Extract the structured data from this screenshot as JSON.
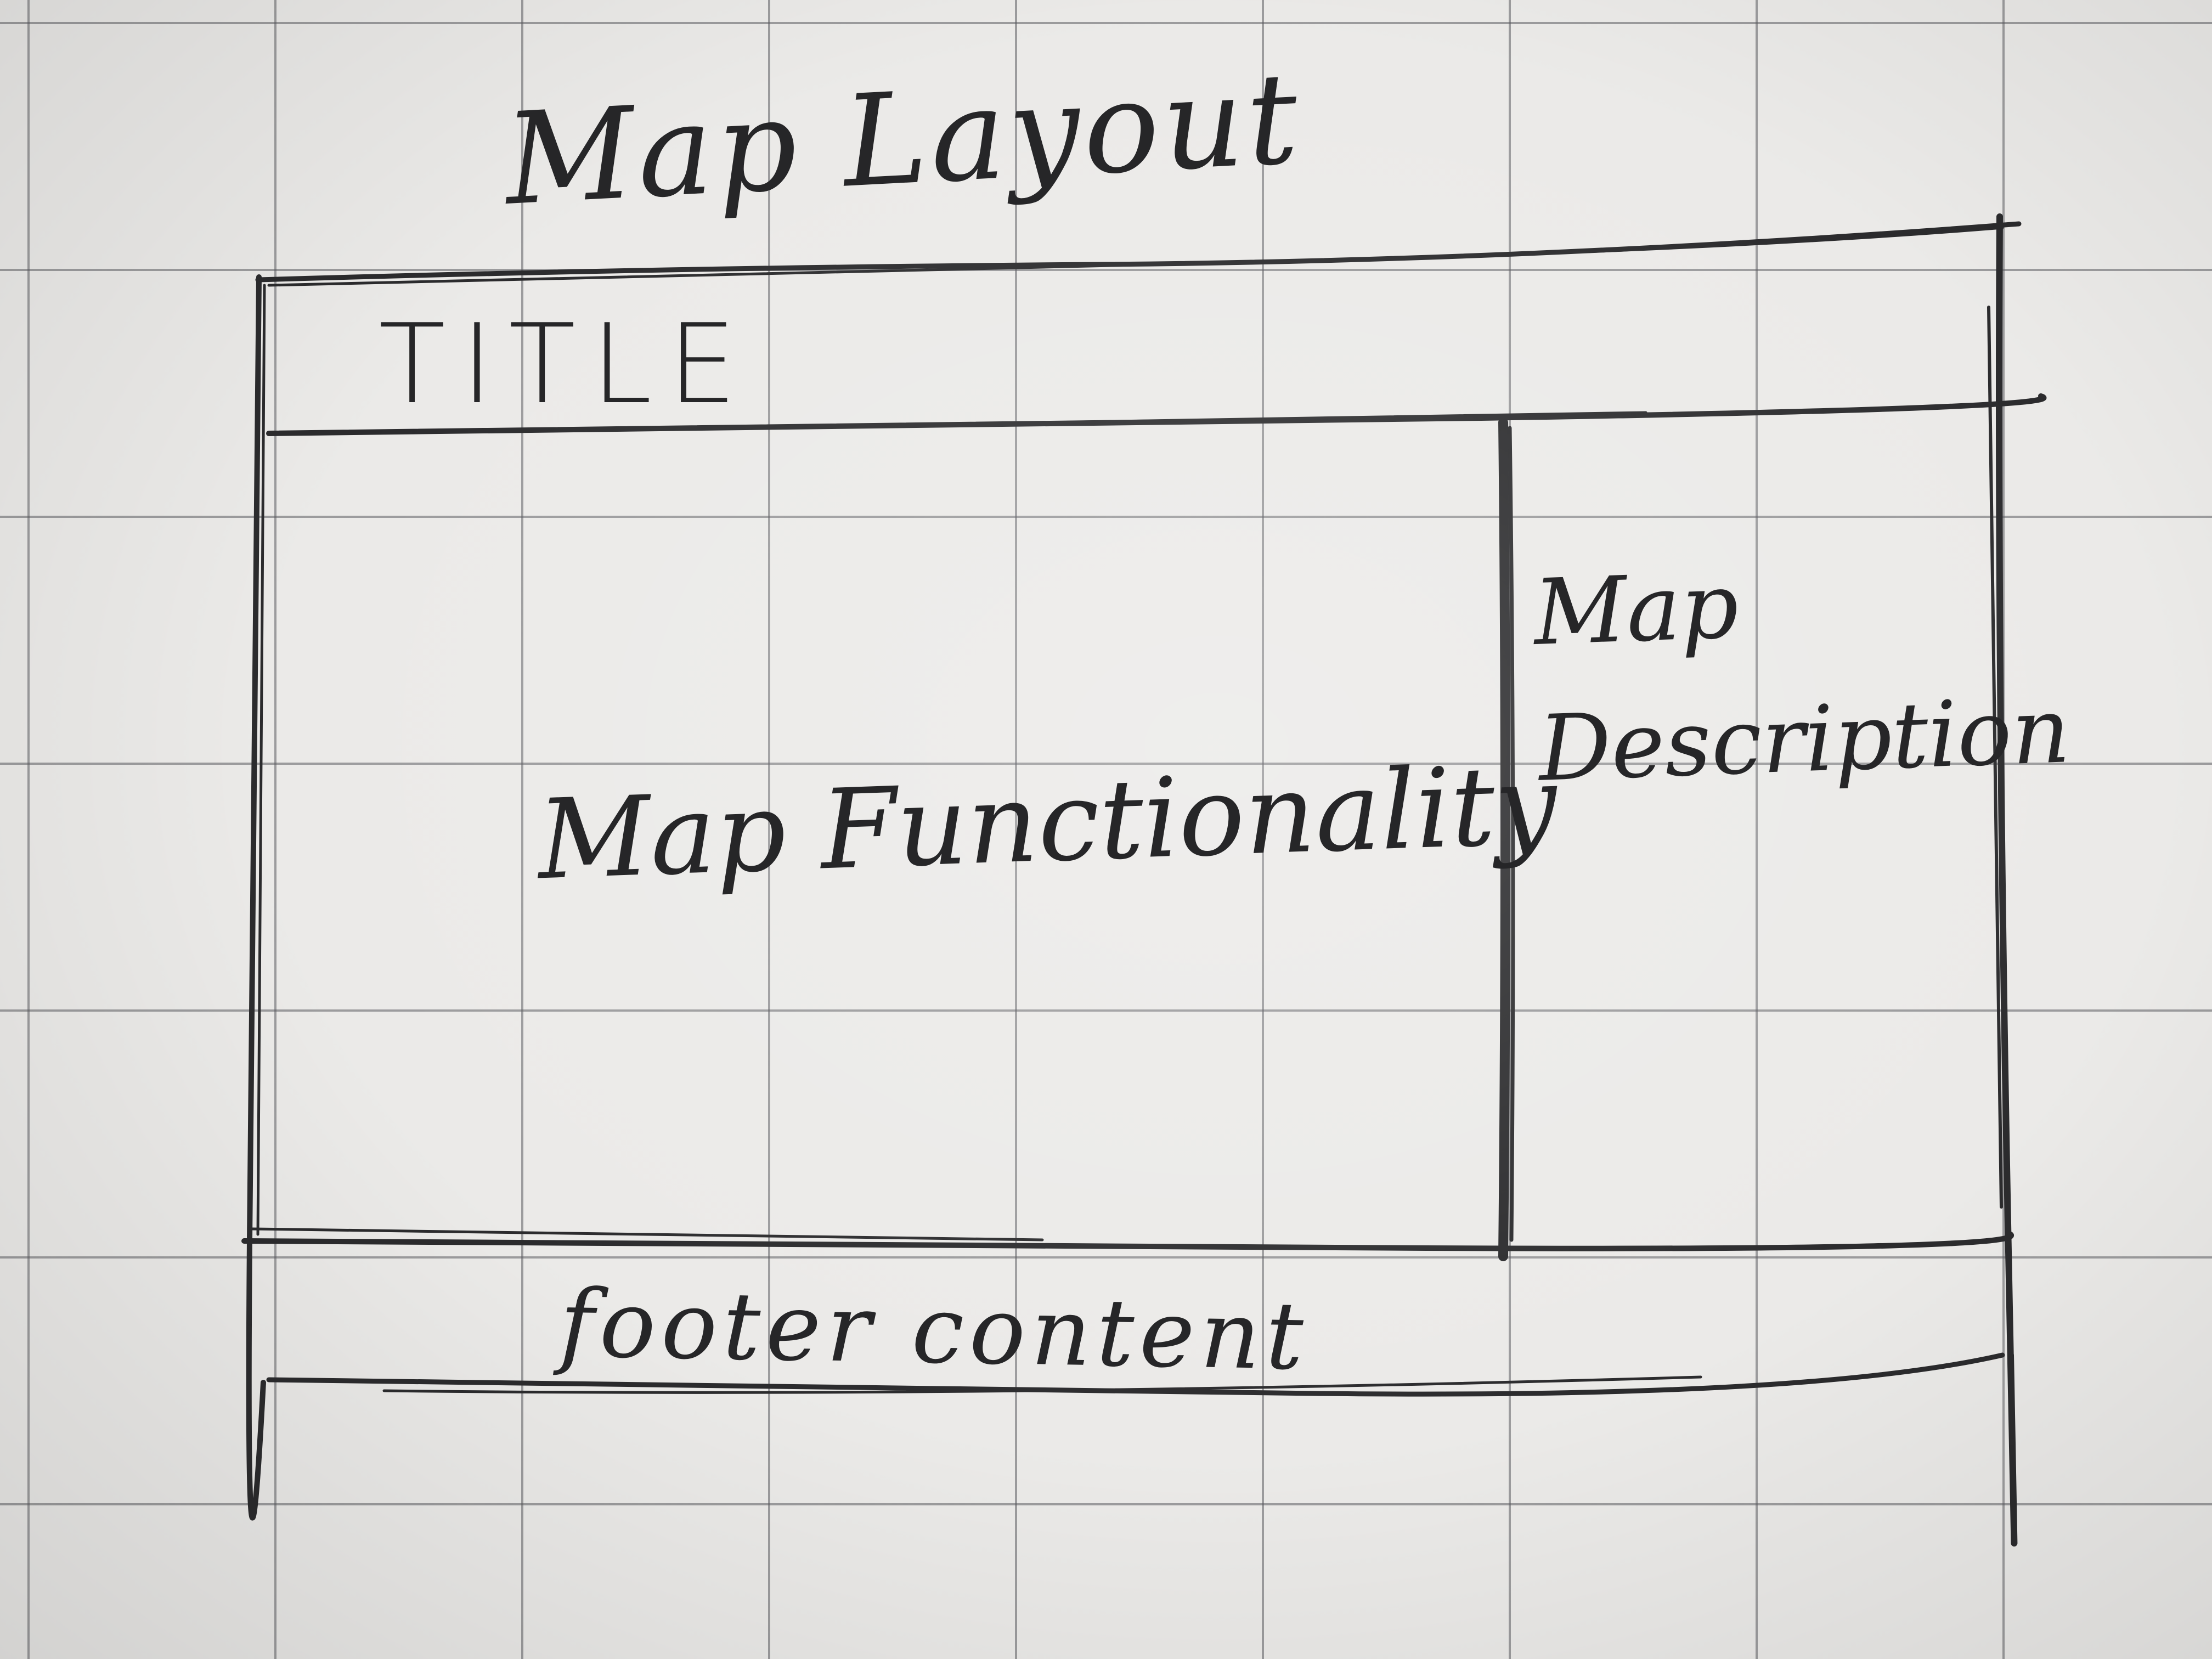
{
  "page_title": "Map Layout",
  "wireframe": {
    "title": "TITLE",
    "main": "Map Functionality",
    "sidebar": "Map\nDescription",
    "footer": "footer content"
  }
}
